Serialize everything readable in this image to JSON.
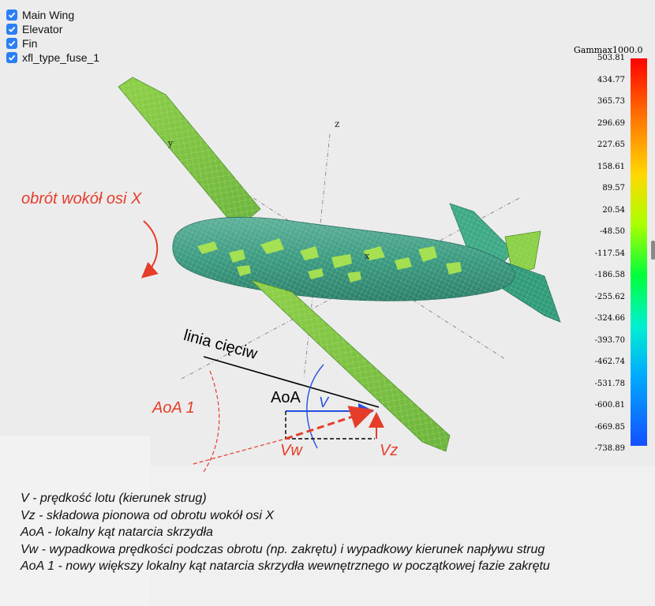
{
  "layers": [
    {
      "label": "Main Wing",
      "checked": true
    },
    {
      "label": "Elevator",
      "checked": true
    },
    {
      "label": "Fin",
      "checked": true
    },
    {
      "label": "xfl_type_fuse_1",
      "checked": true
    }
  ],
  "legend": {
    "title": "Gammax1000.0",
    "ticks": [
      "503.81",
      "434.77",
      "365.73",
      "296.69",
      "227.65",
      "158.61",
      "89.57",
      "20.54",
      "-48.50",
      "-117.54",
      "-186.58",
      "-255.62",
      "-324.66",
      "-393.70",
      "-462.74",
      "-531.78",
      "-600.81",
      "-669.85",
      "-738.89"
    ]
  },
  "axes": {
    "z": "z",
    "y": "y",
    "x": "x"
  },
  "annotations": {
    "rotation": "obrót wokół osi X",
    "chord_line": "linia cięciw",
    "aoa": "AoA",
    "aoa1": "AoA 1",
    "v": "V",
    "vw": "Vw",
    "vz": "Vz"
  },
  "captions": [
    "V - prędkość lotu (kierunek strug)",
    "Vz - składowa pionowa od obrotu wokół osi X",
    "AoA - lokalny kąt natarcia skrzydła",
    "Vw - wypadkowa prędkości podczas obrotu (np. zakrętu) i wypadkowy kierunek napływu strug",
    "AoA 1 - nowy większy lokalny kąt natarcia skrzydła wewnętrznego w początkowej fazie zakrętu"
  ],
  "colors": {
    "annotation_red": "#e53d2a",
    "annotation_blue": "#2450e0",
    "checkbox_blue": "#2b7ff6",
    "wing_green": "#7ec24a",
    "fuselage_teal": "#3f9c86"
  }
}
